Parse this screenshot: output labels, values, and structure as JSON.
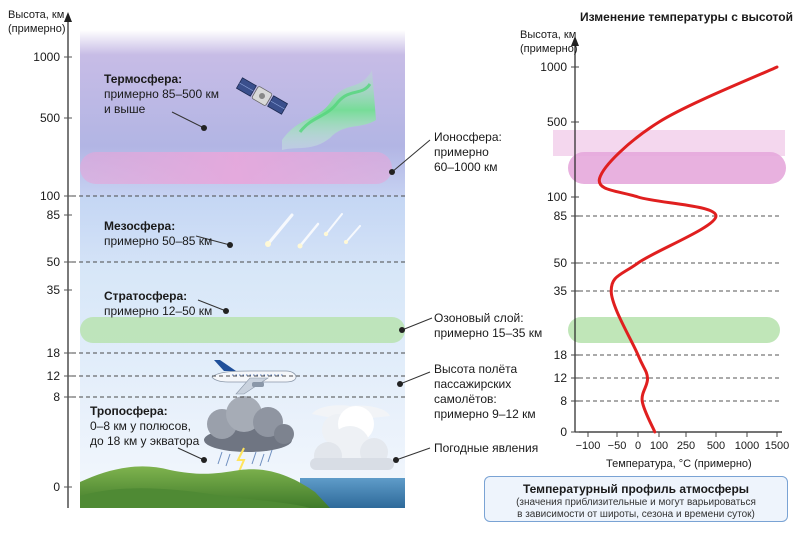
{
  "left_axis": {
    "title_line1": "Высота, км",
    "title_line2": "(примерно)",
    "ticks": [
      "1000",
      "500",
      "100",
      "85",
      "50",
      "35",
      "18",
      "12",
      "8",
      "0"
    ]
  },
  "layers": {
    "thermosphere": {
      "name": "Термосфера:",
      "line1": "примерно 85–500 км",
      "line2": "и выше"
    },
    "mesosphere": {
      "name": "Мезосфера:",
      "line1": "примерно 50–85 км"
    },
    "stratosphere": {
      "name": "Стратосфера:",
      "line1": "примерно 12–50 км"
    },
    "troposphere": {
      "name": "Тропосфера:",
      "line1": "0–8 км у полюсов,",
      "line2": "до 18 км у экватора"
    }
  },
  "callouts": {
    "ionosphere": {
      "line1": "Ионосфера:",
      "line2": "примерно",
      "line3": "60–1000 км"
    },
    "ozone": {
      "line1": "Озоновый слой:",
      "line2": "примерно 15–35 км"
    },
    "flight": {
      "line1": "Высота полёта",
      "line2": "пассажирских",
      "line3": "самолётов:",
      "line4": "примерно 9–12 км"
    },
    "weather": {
      "line1": "Погодные явления"
    }
  },
  "chart_data": {
    "type": "line",
    "title": "Изменение температуры с высотой",
    "ylabel_line1": "Высота, км",
    "ylabel_line2": "(примерно)",
    "xlabel": "Температура, °С (примерно)",
    "x_ticks": [
      "−100",
      "−50",
      "0",
      "100",
      "250",
      "500",
      "1000",
      "1500"
    ],
    "y_ticks": [
      "1000",
      "500",
      "100",
      "85",
      "50",
      "35",
      "18",
      "12",
      "8",
      "0"
    ],
    "series": [
      {
        "color": "#e01f1f",
        "points": [
          {
            "t": 80,
            "h": 0
          },
          {
            "t": 20,
            "h": 8
          },
          {
            "t": 45,
            "h": 12
          },
          {
            "t": 0,
            "h": 18
          },
          {
            "t": -60,
            "h": 35
          },
          {
            "t": 0,
            "h": 50
          },
          {
            "t": 500,
            "h": 85
          },
          {
            "t": 0,
            "h": 100
          },
          {
            "t": -80,
            "h": 200
          },
          {
            "t": 100,
            "h": 500
          },
          {
            "t": 1500,
            "h": 1000
          }
        ]
      }
    ]
  },
  "note": {
    "title": "Температурный профиль атмосферы",
    "sub1": "(значения приблизительные и могут варьироваться",
    "sub2": "в зависимости от широты, сезона и времени суток)"
  },
  "colors": {
    "ionosphere_band": "#e6a8dc",
    "ozone_band": "#b9e3b0",
    "temperature_line": "#e01f1f"
  }
}
